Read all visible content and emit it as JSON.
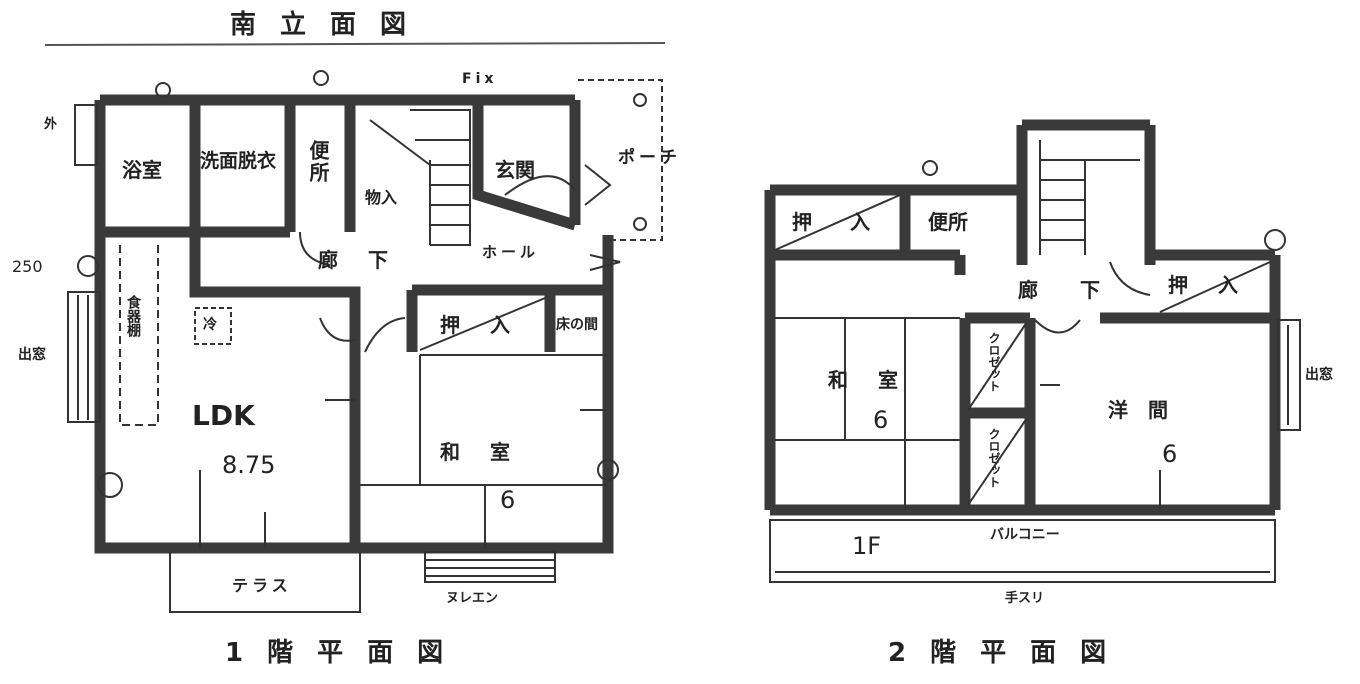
{
  "titles": {
    "elevation": "南立面図",
    "floor1": "1階平面図",
    "floor2": "2階平面図"
  },
  "floor1": {
    "bath": "浴室",
    "wash": "洗面脱衣",
    "toilet": "便所",
    "storage": "物入",
    "entrance": "玄関",
    "porch": "ポーチ",
    "corridor": "廊下",
    "hall": "ホール",
    "ldk": "LDK",
    "ldk_size": "8.75",
    "fridge": "冷",
    "closet": "押入",
    "tokonoma": "床の間",
    "japanese_room": "和室",
    "japanese_size": "6",
    "terrace": "テラス",
    "veranda": "ヌレエン",
    "bay_window": "出窓",
    "dim_250": "250",
    "fix": "Fix",
    "kitchen_shelf": "食器棚",
    "outside": "外"
  },
  "floor2": {
    "closet_left": "押入",
    "toilet": "便所",
    "corridor": "廊下",
    "closet_right": "押入",
    "japanese_room": "和室",
    "japanese_size": "6",
    "western_room": "洋間",
    "western_size": "6",
    "closet_upper": "クロゼット",
    "closet_lower": "クロゼット",
    "balcony": "バルコニー",
    "floor_mark": "1F",
    "handrail": "手スリ",
    "bay_window": "出窓"
  }
}
